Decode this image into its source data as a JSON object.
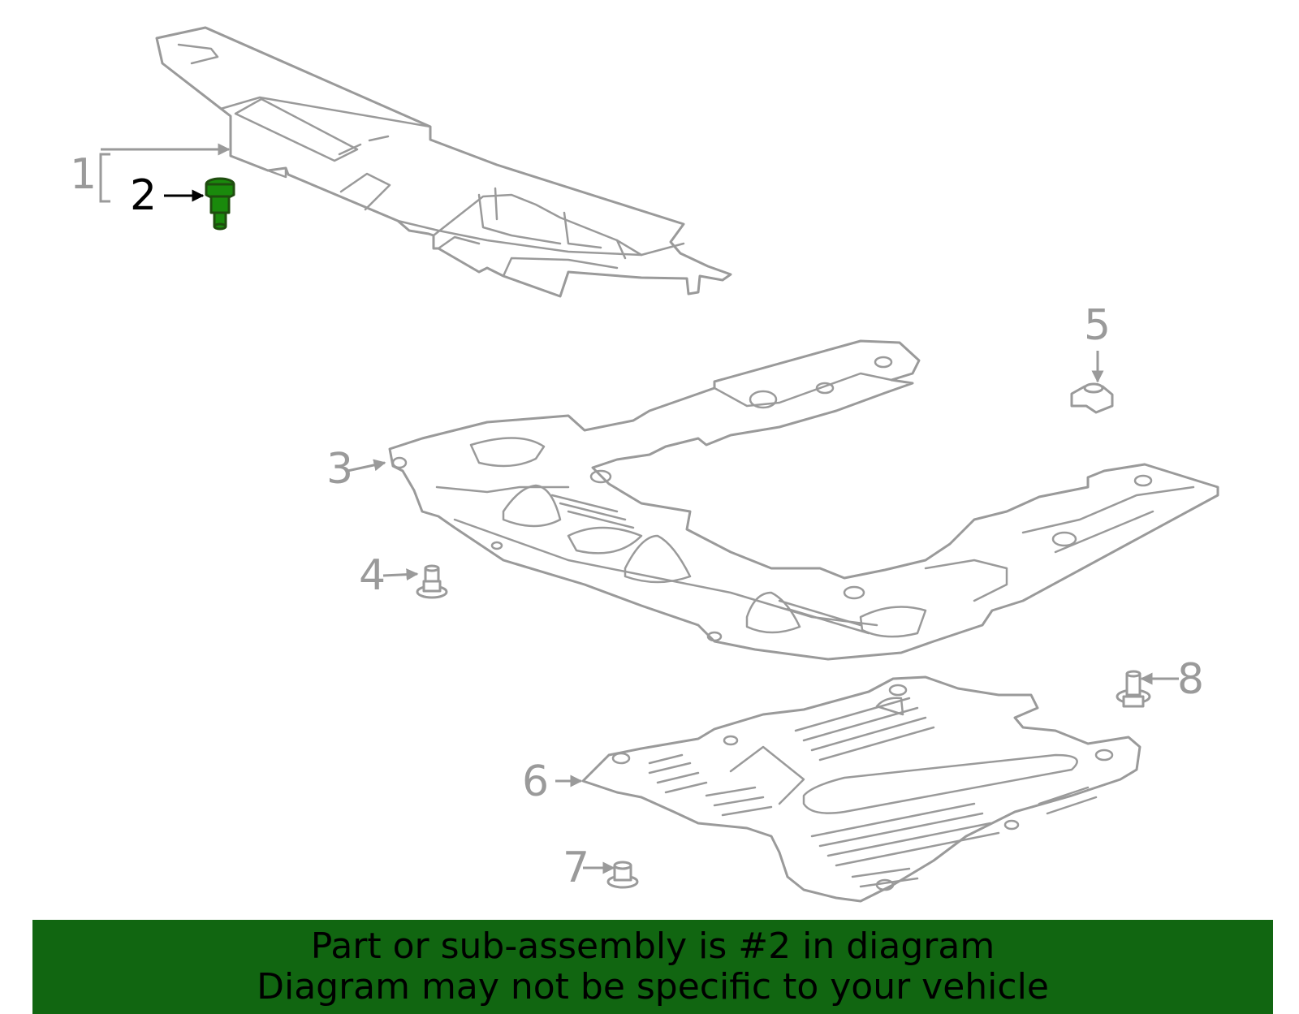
{
  "diagram": {
    "callouts": [
      "1",
      "2",
      "3",
      "4",
      "5",
      "6",
      "7",
      "8"
    ],
    "highlighted_part": "2",
    "highlight_color": "#1a8a0c",
    "line_color": "#9a9a9a"
  },
  "banner": {
    "background": "#116611",
    "line1": "Part or sub-assembly is #2 in diagram",
    "line2": "Diagram may not be specific to your vehicle"
  }
}
